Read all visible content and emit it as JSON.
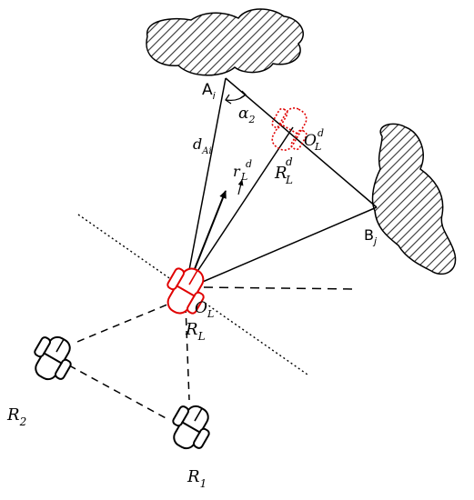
{
  "labels": {
    "A": {
      "base": "A",
      "sub": "i"
    },
    "B": {
      "base": "B",
      "sub": "j"
    },
    "alpha": {
      "base": "α",
      "sub": "2"
    },
    "dA": {
      "base": "d",
      "sub": "Ai"
    },
    "rL": {
      "base": "r",
      "sub": "L",
      "sup": "d"
    },
    "RLd": {
      "base": "R",
      "sub": "L",
      "sup": "d"
    },
    "OLd": {
      "base": "O",
      "sub": "L",
      "sup": "d"
    },
    "OL": {
      "base": "O",
      "sub": "L"
    },
    "RL": {
      "base": "R",
      "sub": "L"
    },
    "R2": {
      "base": "R",
      "sub": "2"
    },
    "R1": {
      "base": "R",
      "sub": "1"
    }
  },
  "colors": {
    "stroke": "#000000",
    "leader": "#e00000",
    "leader_target": "#e00000"
  },
  "icons": [
    "obstacle-hatched",
    "robot-leader",
    "robot-leader-target-dotted",
    "robot-follower"
  ]
}
